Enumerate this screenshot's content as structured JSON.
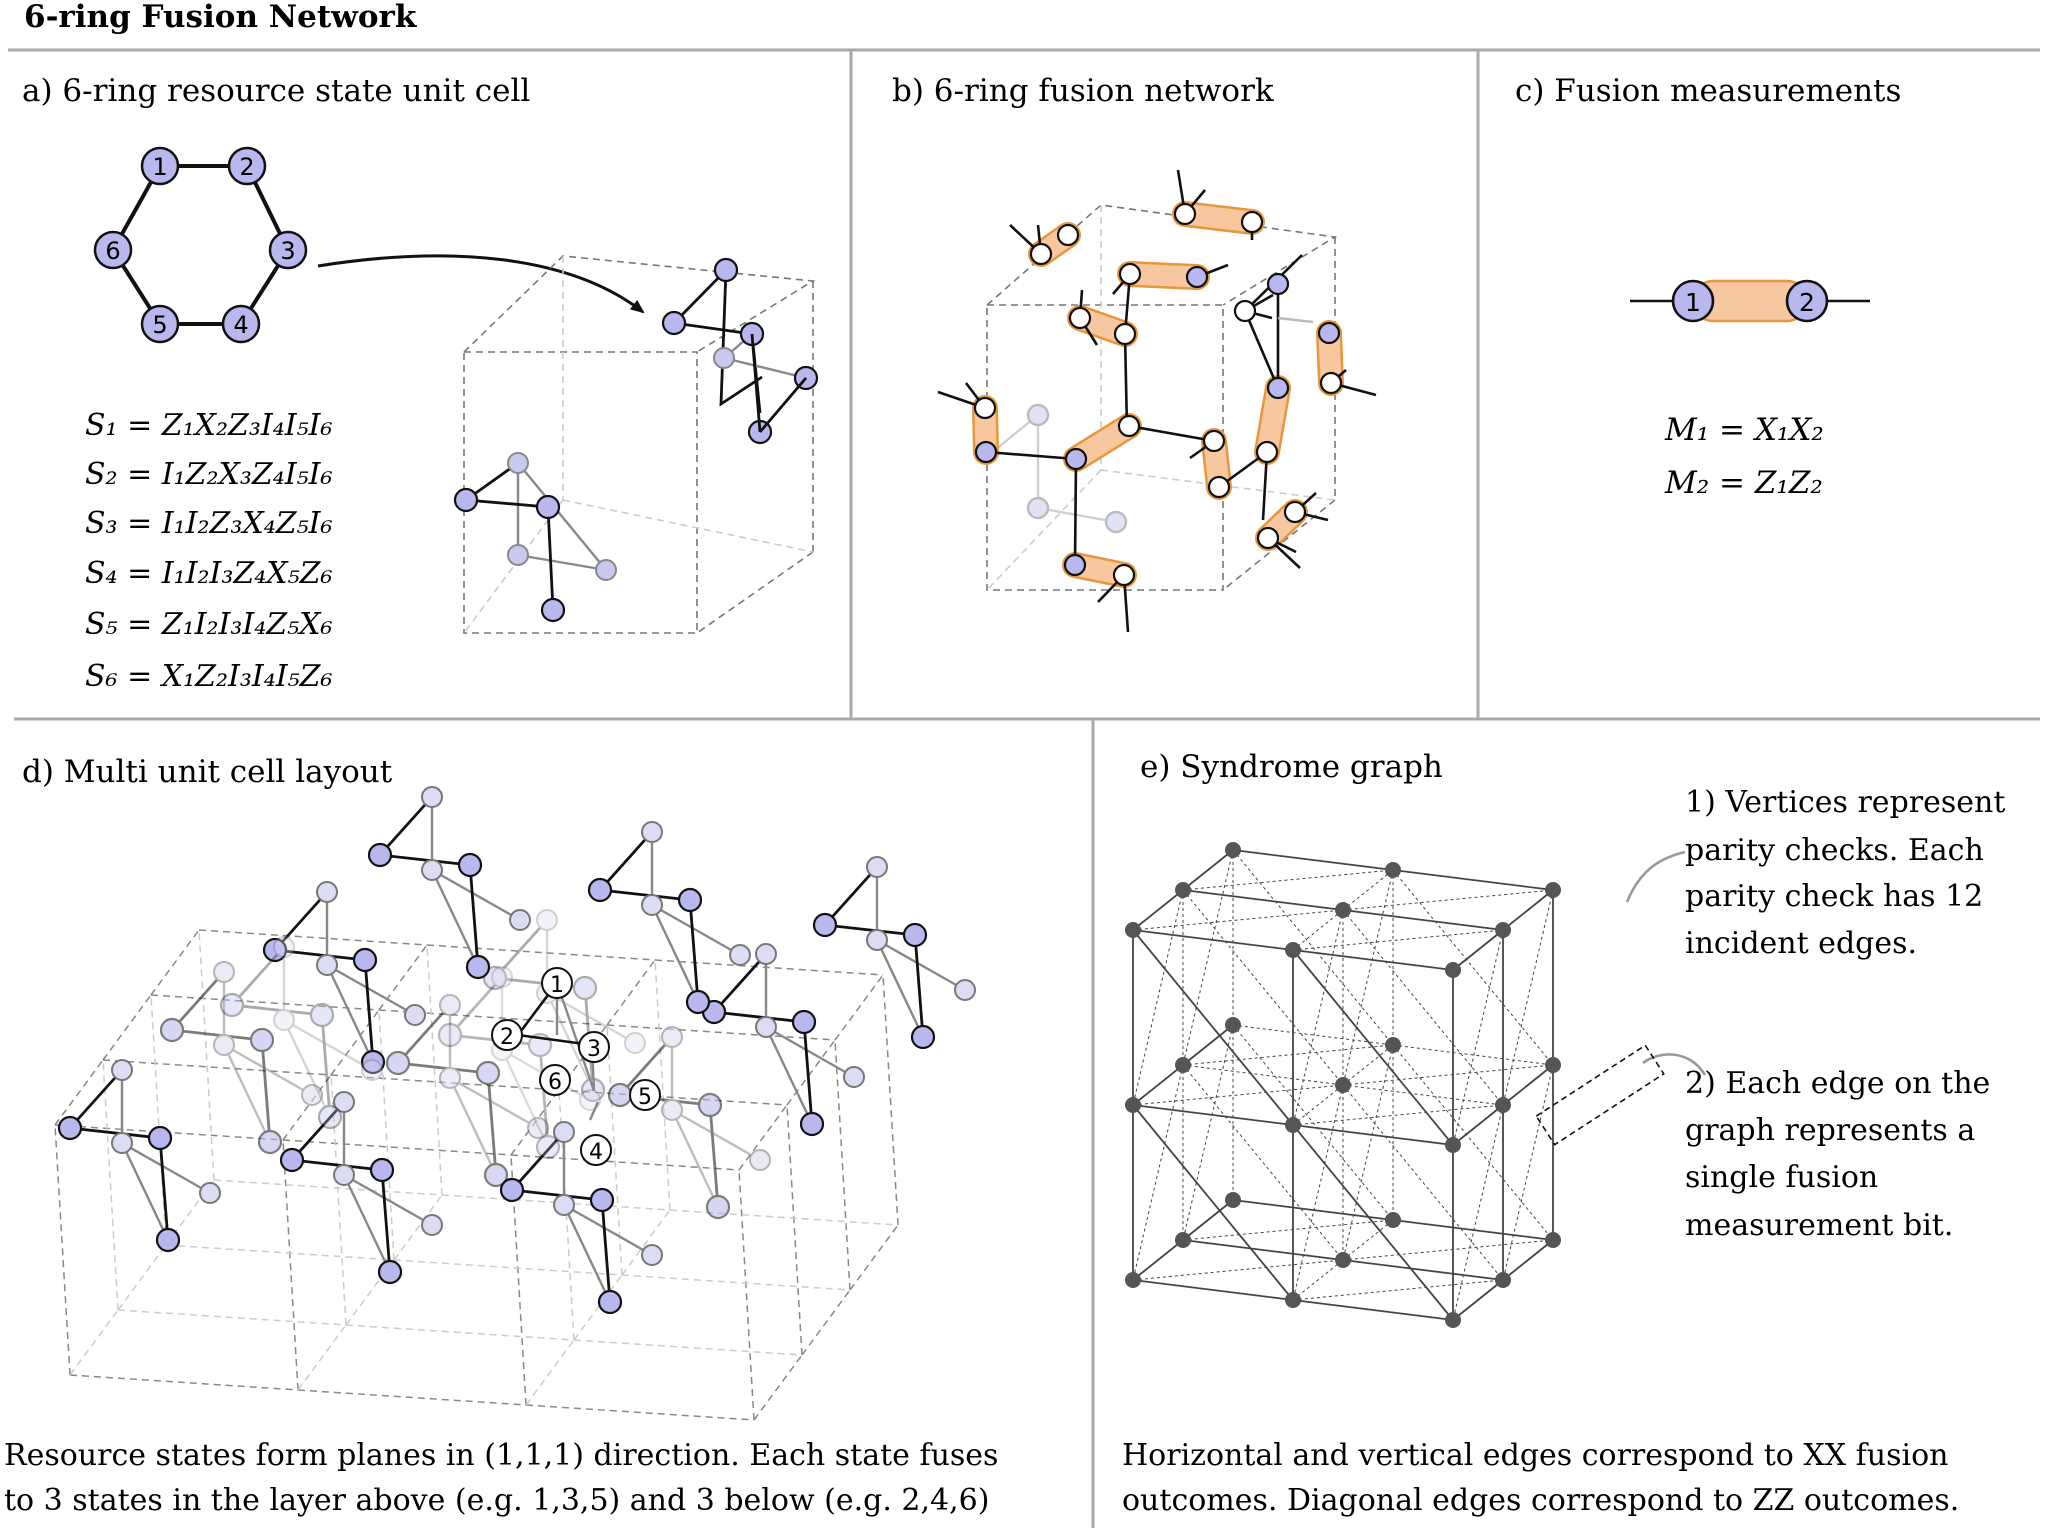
{
  "title": "6-ring Fusion Network",
  "panels": {
    "a": {
      "label": "a) 6-ring resource state unit cell",
      "nodes": [
        "1",
        "2",
        "3",
        "4",
        "5",
        "6"
      ],
      "stabilizers": [
        "S₁ = Z₁X₂Z₃I₄I₅I₆",
        "S₂ = I₁Z₂X₃Z₄I₅I₆",
        "S₃ = I₁I₂Z₃X₄Z₅I₆",
        "S₄ = I₁I₂I₃Z₄X₅Z₆",
        "S₅ = Z₁I₂I₃I₄Z₅X₆",
        "S₆ = X₁Z₂I₃I₄I₅Z₆"
      ]
    },
    "b": {
      "label": "b) 6-ring fusion network"
    },
    "c": {
      "label": "c) Fusion measurements",
      "nodes": [
        "1",
        "2"
      ],
      "measurements": [
        "M₁ = X₁X₂",
        "M₂ = Z₁Z₂"
      ]
    },
    "d": {
      "label": "d) Multi unit cell layout",
      "nodes": [
        "1",
        "2",
        "3",
        "6",
        "5",
        "4"
      ],
      "caption": [
        "Resource states form planes in (1,1,1) direction. Each state fuses",
        "to 3 states in the layer above (e.g. 1,3,5) and 3 below (e.g. 2,4,6)"
      ]
    },
    "e": {
      "label": "e) Syndrome graph",
      "note1": [
        "1) Vertices represent",
        "parity checks. Each",
        "parity check has 12",
        "incident edges."
      ],
      "note2": [
        "2) Each edge on the",
        "graph represents a",
        "single fusion",
        "measurement bit."
      ],
      "caption": [
        "Horizontal and vertical edges correspond to XX fusion",
        "outcomes. Diagonal edges correspond to ZZ outcomes."
      ]
    }
  },
  "colors": {
    "node_fill": "#b8b8ee",
    "node_fill_faint": "#dcdcf4",
    "fusion_fill": "#f7c7a0",
    "fusion_stroke": "#e8963c",
    "divider": "#aaaaaa",
    "syndrome_node": "#555555"
  }
}
